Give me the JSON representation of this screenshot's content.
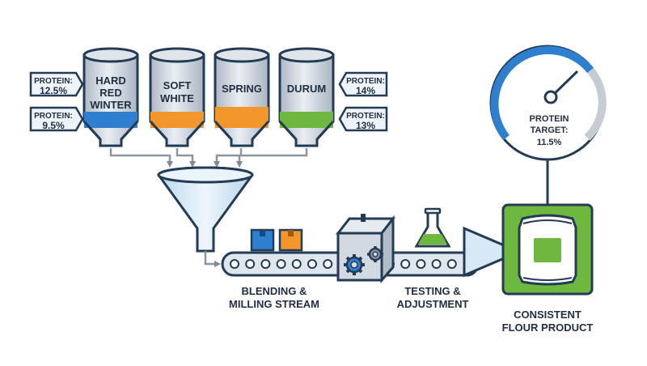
{
  "silos": [
    {
      "line1": "HARD",
      "line2": "RED",
      "line3": "WINTER",
      "fill": "#2f7fd1"
    },
    {
      "line1": "SOFT",
      "line2": "WHITE",
      "line3": "",
      "fill": "#f3962b"
    },
    {
      "line1": "SPRING",
      "line2": "",
      "line3": "",
      "fill": "#f3962b"
    },
    {
      "line1": "DURUM",
      "line2": "",
      "line3": "",
      "fill": "#6fb83f"
    }
  ],
  "protein_tags": [
    {
      "label": "PROTEIN:",
      "value": "12.5%"
    },
    {
      "label": "PROTEIN:",
      "value": "9.5%"
    },
    {
      "label": "PROTEIN:",
      "value": "14%"
    },
    {
      "label": "PROTEIN:",
      "value": "13%"
    }
  ],
  "gauge": {
    "line1": "PROTEIN",
    "line2": "TARGET:",
    "line3": "11.5%"
  },
  "stages": {
    "blending_line1": "BLENDING &",
    "blending_line2": "MILLING STREAM",
    "testing_line1": "TESTING &",
    "testing_line2": "ADJUSTMENT",
    "product_line1": "CONSISTENT",
    "product_line2": "FLOUR PRODUCT"
  },
  "colors": {
    "outline": "#243b55",
    "blue": "#2f7fd1",
    "orange": "#f3962b",
    "green": "#6fb83f",
    "steel": "#c9d3dd",
    "light_blue": "#d7e9f6"
  }
}
